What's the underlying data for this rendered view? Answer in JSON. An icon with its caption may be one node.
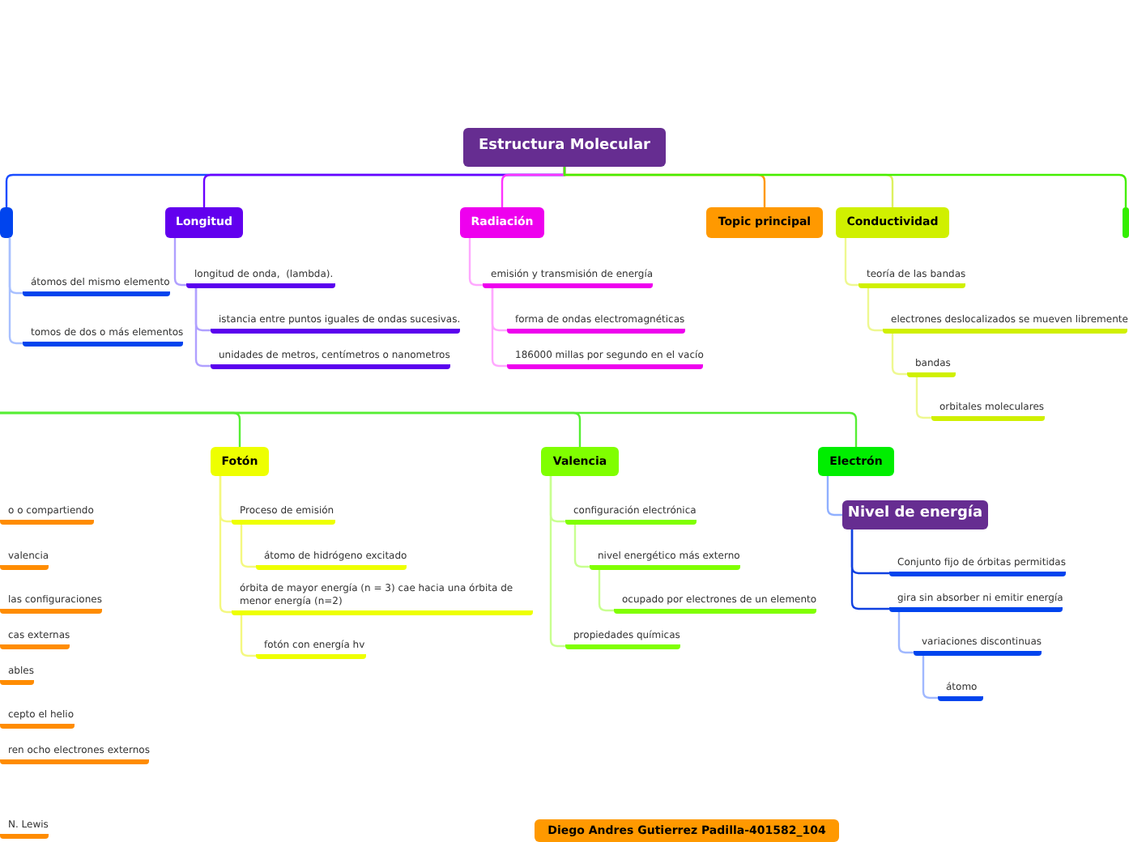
{
  "diagram": {
    "nodes": [
      {
        "text": [
          "Estructura Molecular"
        ]
      },
      {
        "text": [],
        "shape": "box"
      },
      {
        "text": [
          "Longitud"
        ]
      },
      {
        "text": [
          "Radiación"
        ]
      },
      {
        "text": [
          "Topic principal"
        ]
      },
      {
        "text": [
          "Conductividad"
        ]
      },
      {
        "text": [],
        "shape": "box"
      },
      {
        "text": [
          "átomos del mismo elemento"
        ]
      },
      {
        "text": [
          "tomos de dos o más elementos"
        ]
      },
      {
        "text": [
          "longitud de onda,  (lambda)."
        ]
      },
      {
        "text": [
          "istancia entre puntos iguales de ondas sucesivas."
        ]
      },
      {
        "text": [
          "unidades de metros, centímetros o nanometros"
        ]
      },
      {
        "text": [
          "emisión y transmisión de energía"
        ]
      },
      {
        "text": [
          "forma de ondas electromagnéticas"
        ]
      },
      {
        "text": [
          "186000 millas por segundo en el vacío"
        ]
      },
      {
        "text": [
          "teoría de las bandas"
        ]
      },
      {
        "text": [
          "electrones deslocalizados se mueven libremente"
        ]
      },
      {
        "text": [
          "bandas"
        ]
      },
      {
        "text": [
          "orbitales moleculares"
        ]
      },
      {
        "text": [
          "Fotón"
        ]
      },
      {
        "text": [
          "Valencia"
        ]
      },
      {
        "text": [
          "Electrón"
        ]
      },
      {
        "text": [
          "o o compartiendo"
        ]
      },
      {
        "text": [
          "valencia"
        ]
      },
      {
        "text": [
          "las configuraciones"
        ]
      },
      {
        "text": [
          "cas externas"
        ]
      },
      {
        "text": [
          "ables"
        ]
      },
      {
        "text": [
          "cepto el helio"
        ]
      },
      {
        "text": [
          "ren ocho electrones externos"
        ]
      },
      {
        "text": [
          "N. Lewis"
        ]
      },
      {
        "text": [
          "Proceso de emisión"
        ]
      },
      {
        "text": [
          "átomo de hidrógeno excitado"
        ]
      },
      {
        "text": [
          "órbita de mayor energía (n = 3) cae hacia una órbita de menor energía (n=2)"
        ]
      },
      {
        "text": [
          "fotón con energía hv"
        ]
      },
      {
        "text": [
          "configuración electrónica"
        ]
      },
      {
        "text": [
          "nivel energético más externo"
        ]
      },
      {
        "text": [
          "ocupado por electrones de un elemento"
        ]
      },
      {
        "text": [
          "propiedades químicas"
        ]
      },
      {
        "text": [
          "Nivel de energía"
        ]
      },
      {
        "text": [
          "Conjunto fijo de órbitas permitidas"
        ]
      },
      {
        "text": [
          "gira sin absorber ni emitir energía"
        ]
      },
      {
        "text": [
          "variaciones discontinuas"
        ]
      },
      {
        "text": [
          "átomo"
        ]
      },
      {
        "text": [
          "Diego Andres Gutierrez Padilla-401582_104"
        ]
      }
    ],
    "edges": [
      {
        "from": 0,
        "to": 1,
        "arrow": "none",
        "color": "#1a4cff"
      },
      {
        "from": 0,
        "to": 2,
        "arrow": "none",
        "color": "#6a00ff"
      },
      {
        "from": 0,
        "to": 3,
        "arrow": "none",
        "color": "#ff33ff"
      },
      {
        "from": 0,
        "to": 4,
        "arrow": "none",
        "color": "#ff9900"
      },
      {
        "from": 0,
        "to": 5,
        "arrow": "none",
        "color": "#ddf060"
      },
      {
        "from": 0,
        "to": 6,
        "arrow": "none",
        "color": "#44ee00"
      },
      {
        "from": 1,
        "to": 7,
        "arrow": "none",
        "color": "#a8c0ff"
      },
      {
        "from": 1,
        "to": 8,
        "arrow": "none",
        "color": "#a8c0ff"
      },
      {
        "from": 2,
        "to": 9,
        "arrow": "none",
        "color": "#b0a0ff"
      },
      {
        "from": 9,
        "to": 10,
        "arrow": "none",
        "color": "#b0a0ff"
      },
      {
        "from": 9,
        "to": 11,
        "arrow": "none",
        "color": "#b0a0ff"
      },
      {
        "from": 3,
        "to": 12,
        "arrow": "none",
        "color": "#ffa8ff"
      },
      {
        "from": 12,
        "to": 13,
        "arrow": "none",
        "color": "#ffa8ff"
      },
      {
        "from": 12,
        "to": 14,
        "arrow": "none",
        "color": "#ffa8ff"
      },
      {
        "from": 5,
        "to": 15,
        "arrow": "none",
        "color": "#eef890"
      },
      {
        "from": 15,
        "to": 16,
        "arrow": "none",
        "color": "#eef890"
      },
      {
        "from": 16,
        "to": 17,
        "arrow": "none",
        "color": "#eef890"
      },
      {
        "from": 17,
        "to": 18,
        "arrow": "none",
        "color": "#eef890"
      },
      {
        "from": null,
        "to": 19,
        "arrow": "none",
        "color": "#55ee33"
      },
      {
        "from": null,
        "to": 20,
        "arrow": "none",
        "color": "#55ee33"
      },
      {
        "from": null,
        "to": 21,
        "arrow": "none",
        "color": "#55ee33"
      },
      {
        "from": 19,
        "to": 30,
        "arrow": "none",
        "color": "#f4f880"
      },
      {
        "from": 30,
        "to": 31,
        "arrow": "none",
        "color": "#f4f880"
      },
      {
        "from": 19,
        "to": 32,
        "arrow": "none",
        "color": "#f4f880"
      },
      {
        "from": 32,
        "to": 33,
        "arrow": "none",
        "color": "#f4f880"
      },
      {
        "from": 20,
        "to": 34,
        "arrow": "none",
        "color": "#c8ff90"
      },
      {
        "from": 34,
        "to": 35,
        "arrow": "none",
        "color": "#c8ff90"
      },
      {
        "from": 35,
        "to": 36,
        "arrow": "none",
        "color": "#c8ff90"
      },
      {
        "from": 20,
        "to": 37,
        "arrow": "none",
        "color": "#c8ff90"
      },
      {
        "from": 21,
        "to": 38,
        "arrow": "none",
        "color": "#90b0ff"
      },
      {
        "from": 38,
        "to": 39,
        "arrow": "none",
        "color": "#1040e0"
      },
      {
        "from": 38,
        "to": 40,
        "arrow": "none",
        "color": "#1040e0"
      },
      {
        "from": 40,
        "to": 41,
        "arrow": "none",
        "color": "#a0b8ff"
      },
      {
        "from": 41,
        "to": 42,
        "arrow": "none",
        "color": "#a0b8ff"
      }
    ]
  }
}
